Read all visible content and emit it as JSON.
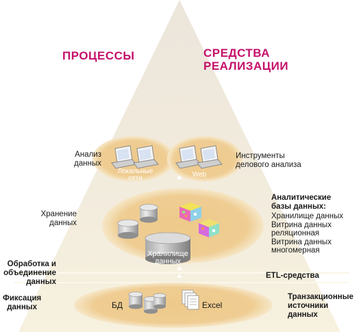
{
  "headings": {
    "processes": "ПРОЦЕССЫ",
    "means_line1": "СРЕДСТВА",
    "means_line2": "РЕАЛИЗАЦИИ"
  },
  "processes": {
    "analysis": [
      "Анализ",
      "данных"
    ],
    "storage": [
      "Хранение",
      "данных"
    ],
    "processing": [
      "Обработка и",
      "объединение",
      "данных"
    ],
    "capture": [
      "Фиксация",
      "данных"
    ]
  },
  "tools": {
    "business_analysis": [
      "Инструменты",
      "делового анализа"
    ],
    "analytic_db": {
      "title": [
        "Аналитические",
        "базы данных:"
      ],
      "items": [
        "Хранилище данных",
        "Витрина данных",
        "реляционная",
        "Витрина данных",
        "многомерная"
      ]
    },
    "etl": "ETL-средства",
    "transactional": [
      "Транзакционные",
      "источники",
      "данных"
    ]
  },
  "overlays": {
    "local_networks": [
      "Локальные",
      "сети"
    ],
    "web": "Web",
    "warehouse": [
      "Хранилище",
      "данных"
    ],
    "db": "БД",
    "excel": "Excel"
  },
  "colors": {
    "heading": "#c4106a",
    "pyramid_top": "#e6ddd0",
    "pyramid_bottom": "#f4eed9",
    "ellipse": "#eecb8e",
    "ellipse_edge": "#f6e6c4"
  }
}
